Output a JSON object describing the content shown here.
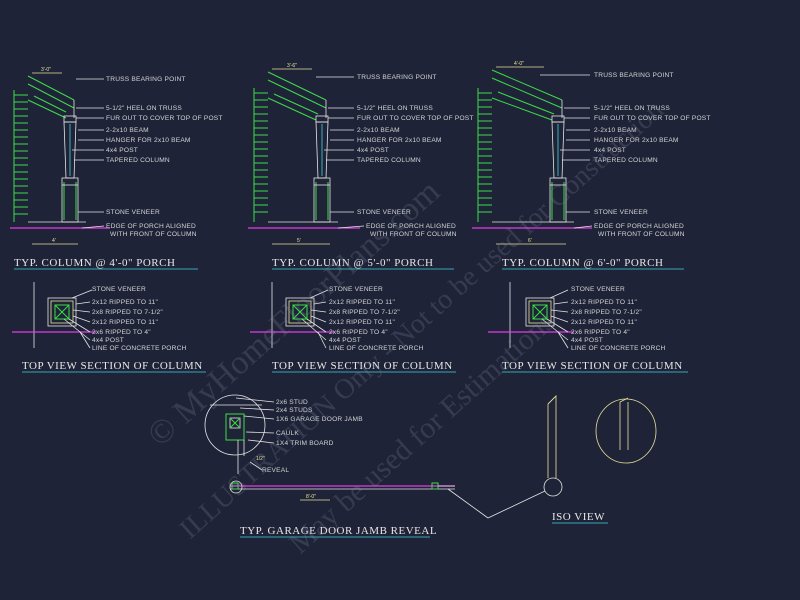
{
  "details": {
    "columns": [
      {
        "title": "TYP. COLUMN @ 4'-0\" PORCH",
        "labels": [
          "TRUSS BEARING POINT",
          "5-1/2\" HEEL ON TRUSS",
          "FUR OUT TO COVER TOP OF POST",
          "2-2x10 BEAM",
          "HANGER FOR 2x10 BEAM",
          "4x4 POST",
          "TAPERED COLUMN",
          "STONE VENEER",
          "EDGE OF PORCH ALIGNED",
          "WITH FRONT OF COLUMN"
        ]
      },
      {
        "title": "TYP. COLUMN @ 5'-0\" PORCH",
        "labels": [
          "TRUSS BEARING POINT",
          "5-1/2\" HEEL ON TRUSS",
          "FUR OUT TO COVER TOP OF POST",
          "2-2x10 BEAM",
          "HANGER FOR 2x10 BEAM",
          "4x4 POST",
          "TAPERED COLUMN",
          "STONE VENEER",
          "EDGE OF PORCH ALIGNED",
          "WITH FRONT OF COLUMN"
        ]
      },
      {
        "title": "TYP. COLUMN @ 6'-0\" PORCH",
        "labels": [
          "TRUSS BEARING POINT",
          "5-1/2\" HEEL ON TRUSS",
          "FUR OUT TO COVER TOP OF POST",
          "2-2x10 BEAM",
          "HANGER FOR 2x10 BEAM",
          "4x4 POST",
          "TAPERED COLUMN",
          "STONE VENEER",
          "EDGE OF PORCH ALIGNED",
          "WITH FRONT OF COLUMN"
        ]
      }
    ],
    "sections": [
      {
        "title": "TOP VIEW SECTION OF COLUMN",
        "labels": [
          "STONE VENEER",
          "2x12 RIPPED TO 11\"",
          "2x8 RIPPED TO 7-1/2\"",
          "2x12 RIPPED TO 11\"",
          "2x6 RIPPED TO 4\"",
          "4x4 POST",
          "LINE OF CONCRETE PORCH"
        ]
      },
      {
        "title": "TOP VIEW SECTION OF COLUMN",
        "labels": [
          "STONE VENEER",
          "2x12 RIPPED TO 11\"",
          "2x8 RIPPED TO 7-1/2\"",
          "2x12 RIPPED TO 11\"",
          "2x6 RIPPED TO 4\"",
          "4x4 POST",
          "LINE OF CONCRETE PORCH"
        ]
      },
      {
        "title": "TOP VIEW SECTION OF COLUMN",
        "labels": [
          "STONE VENEER",
          "2x12 RIPPED TO 11\"",
          "2x8 RIPPED TO 7-1/2\"",
          "2x12 RIPPED TO 11\"",
          "2x6 RIPPED TO 4\"",
          "4x4 POST",
          "LINE OF CONCRETE PORCH"
        ]
      }
    ],
    "garage": {
      "title": "TYP. GARAGE DOOR JAMB REVEAL",
      "labels": [
        "2x6 STUD",
        "2x4 STUDS",
        "1X6 GARAGE DOOR JAMB",
        "CAULK",
        "1X4 TRIM BOARD"
      ],
      "reveal": "REVEAL",
      "reveal_dim": "1/2\""
    },
    "iso": {
      "title": "ISO VIEW"
    }
  },
  "watermark": {
    "line1": "© MyHomeFloorPlans.com",
    "line2": "ILLUSTRATION Only - Not to be used for Construction",
    "line3": "May be used for Estimations"
  },
  "colors": {
    "background": "#1f2337",
    "green": "#3ddc4a",
    "cyan": "#3fd4e0",
    "magenta": "#e23be6",
    "yellow": "#e9e39a",
    "white": "#e6e6e6"
  }
}
